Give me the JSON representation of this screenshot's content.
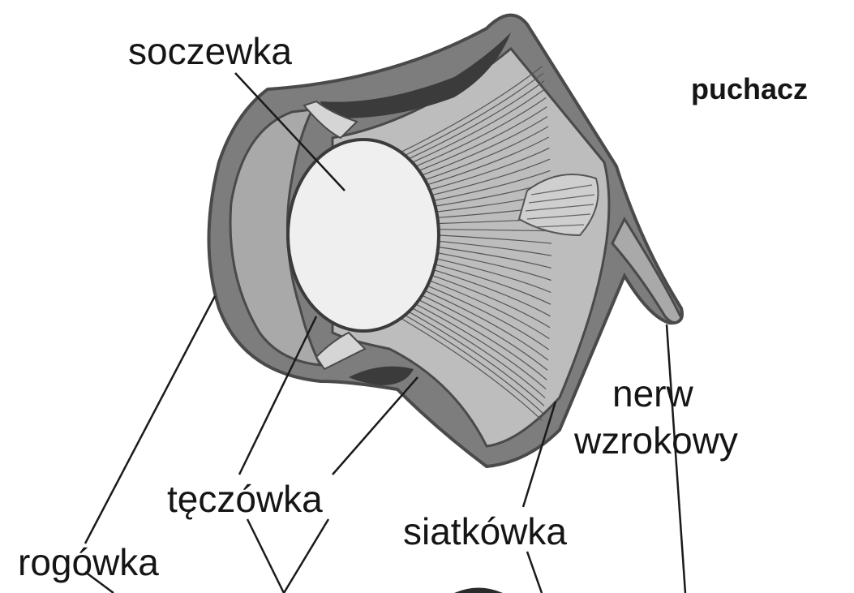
{
  "title": "puchacz",
  "labels": {
    "lens": "soczewka",
    "iris": "tęczówka",
    "cornea": "rogówka",
    "retina": "siatkówka",
    "optic_nerve_line1": "nerw",
    "optic_nerve_line2": "wzrokowy"
  },
  "colors": {
    "outer_wall": "#7d7d7d",
    "wall_outline": "#4a4a4a",
    "anterior_chamber": "#a9a9a9",
    "vitreous": "#bdbdbd",
    "lens": "#efefef",
    "dark_tissue": "#3b3b3b",
    "leader_line": "#1a1a1a"
  }
}
